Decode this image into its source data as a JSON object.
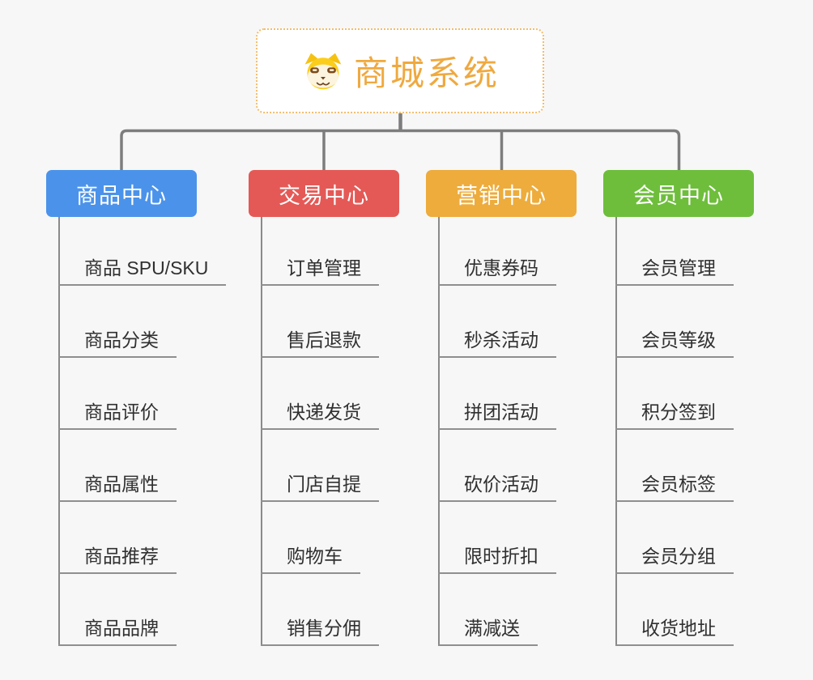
{
  "root": {
    "title": "商城系统",
    "icon": "dog-face-icon"
  },
  "colors": {
    "bg": "#f7f7f7",
    "connector": "#7d7d7d",
    "trunk": "#8a8a8a",
    "underline": "#8f8f8f",
    "item_text": "#303030",
    "root_border": "#f3bc6b",
    "root_text": "#efa93f"
  },
  "branches": [
    {
      "label": "商品中心",
      "color": "#4b93ea",
      "items": [
        "商品 SPU/SKU",
        "商品分类",
        "商品评价",
        "商品属性",
        "商品推荐",
        "商品品牌"
      ]
    },
    {
      "label": "交易中心",
      "color": "#e45956",
      "items": [
        "订单管理",
        "售后退款",
        "快递发货",
        "门店自提",
        "购物车",
        "销售分佣"
      ]
    },
    {
      "label": "营销中心",
      "color": "#edac3c",
      "items": [
        "优惠券码",
        "秒杀活动",
        "拼团活动",
        "砍价活动",
        "限时折扣",
        "满减送"
      ]
    },
    {
      "label": "会员中心",
      "color": "#6ebe3c",
      "items": [
        "会员管理",
        "会员等级",
        "积分签到",
        "会员标签",
        "会员分组",
        "收货地址"
      ]
    }
  ]
}
